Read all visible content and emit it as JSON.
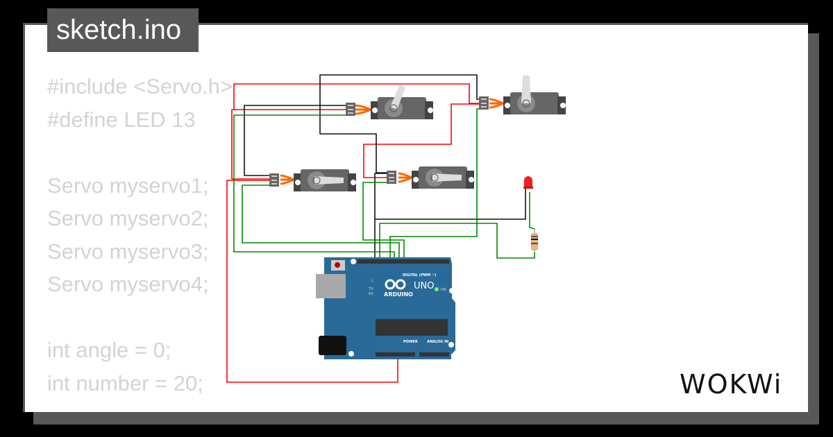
{
  "file_tab": {
    "label": "sketch.ino"
  },
  "code_lines": [
    "#include <Servo.h>",
    "#define LED 13",
    "",
    "Servo myservo1;",
    "Servo myservo2;",
    "Servo myservo3;",
    "Servo myservo4;",
    "",
    "int angle = 0;",
    "int number = 20;"
  ],
  "diagram": {
    "components": [
      "servo",
      "servo",
      "servo",
      "servo",
      "arduino-uno",
      "red-led",
      "resistor"
    ],
    "arduino": {
      "brand": "ARDUINO",
      "model": "UNO",
      "digital_label": "DIGITAL (PWM ~)",
      "power_label": "POWER",
      "analog_label": "ANALOG IN",
      "on_label": "ON",
      "tx_label": "TX",
      "rx_label": "RX",
      "l_label": "L"
    },
    "wire_colors": {
      "power": "#ff0000",
      "ground": "#000000",
      "signal": "#008000"
    }
  },
  "logo": {
    "text": "WOKWi"
  },
  "colors": {
    "background": "#000000",
    "card": "#ffffff",
    "frame": "#585858",
    "code_text": "#d3d3d3",
    "board": "#2a6a98"
  }
}
